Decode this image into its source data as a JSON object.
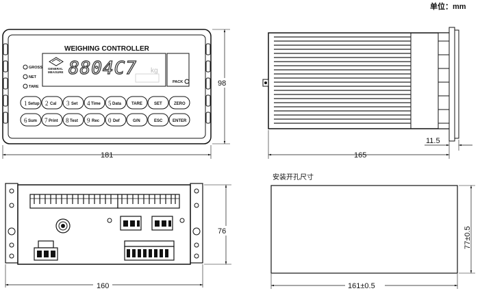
{
  "unit_label": "单位：mm",
  "front_view": {
    "title": "WEIGHING CONTROLLER",
    "indicators": [
      "GROSS",
      "NET",
      "TARE"
    ],
    "logo_text": [
      "GENERAL",
      "MEASURE"
    ],
    "display_digits": "8804C7",
    "pack_label": "PACK",
    "keys_row1": [
      {
        "num": "1",
        "label": "Setup"
      },
      {
        "num": "2",
        "label": "Cal"
      },
      {
        "num": "3",
        "label": "Set"
      },
      {
        "num": "4",
        "label": "Time"
      },
      {
        "num": "5",
        "label": "Data"
      },
      {
        "num": "",
        "label": "TARE"
      },
      {
        "num": "",
        "label": "SET"
      },
      {
        "num": "",
        "label": "ZERO"
      }
    ],
    "keys_row2": [
      {
        "num": "6",
        "label": "Sum"
      },
      {
        "num": "7",
        "label": "Print"
      },
      {
        "num": "8",
        "label": "Test"
      },
      {
        "num": "9",
        "label": "Rec"
      },
      {
        "num": "0",
        "label": "Def"
      },
      {
        "num": "",
        "label": "G/N"
      },
      {
        "num": "",
        "label": "ESC"
      },
      {
        "num": "",
        "label": "ENTER"
      }
    ],
    "width_dim": "181",
    "height_dim": "98"
  },
  "side_view": {
    "depth_dim": "165",
    "bezel_dim": "11.5"
  },
  "rear_view": {
    "width_dim": "160",
    "height_dim": "76"
  },
  "cutout": {
    "title": "安装开孔尺寸",
    "width_dim": "161±0.5",
    "height_dim": "77±0.5"
  }
}
